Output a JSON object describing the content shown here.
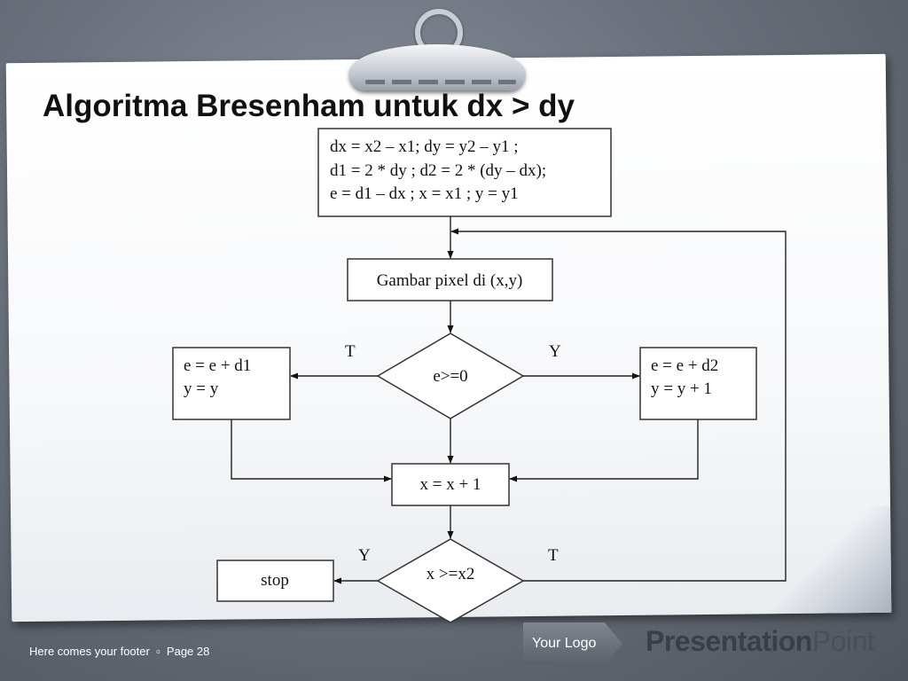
{
  "slide": {
    "title": "Algoritma Bresenham untuk dx > dy",
    "footer": "Here comes your footer",
    "footer_separator": "▫",
    "page": "Page 28",
    "logo_label": "Your Logo",
    "brand_bold": "Presentation",
    "brand_light": "Point"
  },
  "flowchart": {
    "init_box": {
      "lines": [
        "dx = x2 – x1;  dy = y2 – y1 ;",
        "d1 = 2 * dy  ;  d2 = 2 * (dy – dx);",
        "e = d1 – dx  ;   x = x1 ;  y = y1"
      ]
    },
    "draw_box": "Gambar pixel di (x,y)",
    "decision_e": "e>=0",
    "branch_false_box": {
      "lines": [
        "e = e + d1",
        "y = y"
      ]
    },
    "branch_true_box": {
      "lines": [
        "e = e + d2",
        "y = y + 1"
      ]
    },
    "increment_box": "x = x + 1",
    "decision_x": "x >=x2",
    "stop_box": "stop",
    "labels": {
      "e_left": "T",
      "e_right": "Y",
      "x_left": "Y",
      "x_right": "T"
    }
  }
}
